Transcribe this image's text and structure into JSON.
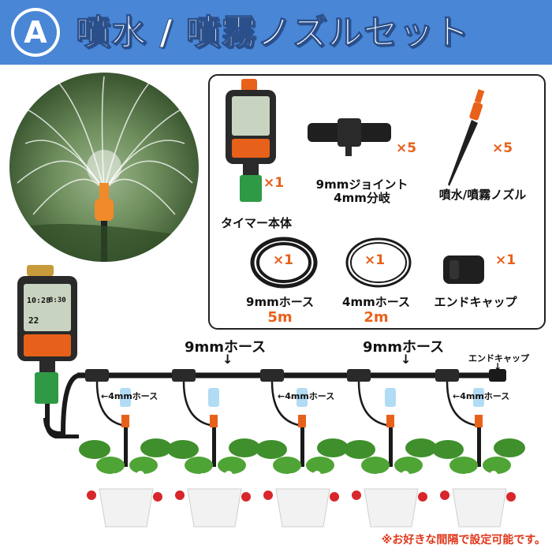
{
  "header": {
    "badge_letter": "A",
    "title": "噴水 / 噴霧ノズルセット",
    "color": "#4a86d6"
  },
  "contents": {
    "timer": {
      "label": "タイマー本体",
      "qty": "×1"
    },
    "joint": {
      "label_line1": "9mmジョイント",
      "label_line2": "4mm分岐",
      "qty": "×5"
    },
    "nozzle": {
      "label": "噴水/噴霧ノズル",
      "qty": "×5"
    },
    "hose9": {
      "label": "9mmホース",
      "length": "5m",
      "qty": "×1"
    },
    "hose4": {
      "label": "4mmホース",
      "length": "2m",
      "qty": "×1"
    },
    "endcap": {
      "label": "エンドキャップ",
      "qty": "×1"
    }
  },
  "diagram": {
    "hose_label_left": "9mmホース",
    "hose_label_right": "9mmホース",
    "arrow": "↓",
    "endcap_label": "エンドキャップ",
    "branch_labels": [
      "←4mmホース",
      "←4mmホース",
      "←4mmホース"
    ]
  },
  "timer_display": {
    "time_main": "10:28",
    "time_sec": "8:30",
    "value": "22"
  },
  "footnote": "※お好きな間隔で設定可能です。",
  "colors": {
    "accent": "#e8611a",
    "note": "#e0361a",
    "hose": "#1a1a1a",
    "green": "#2f9a46"
  }
}
